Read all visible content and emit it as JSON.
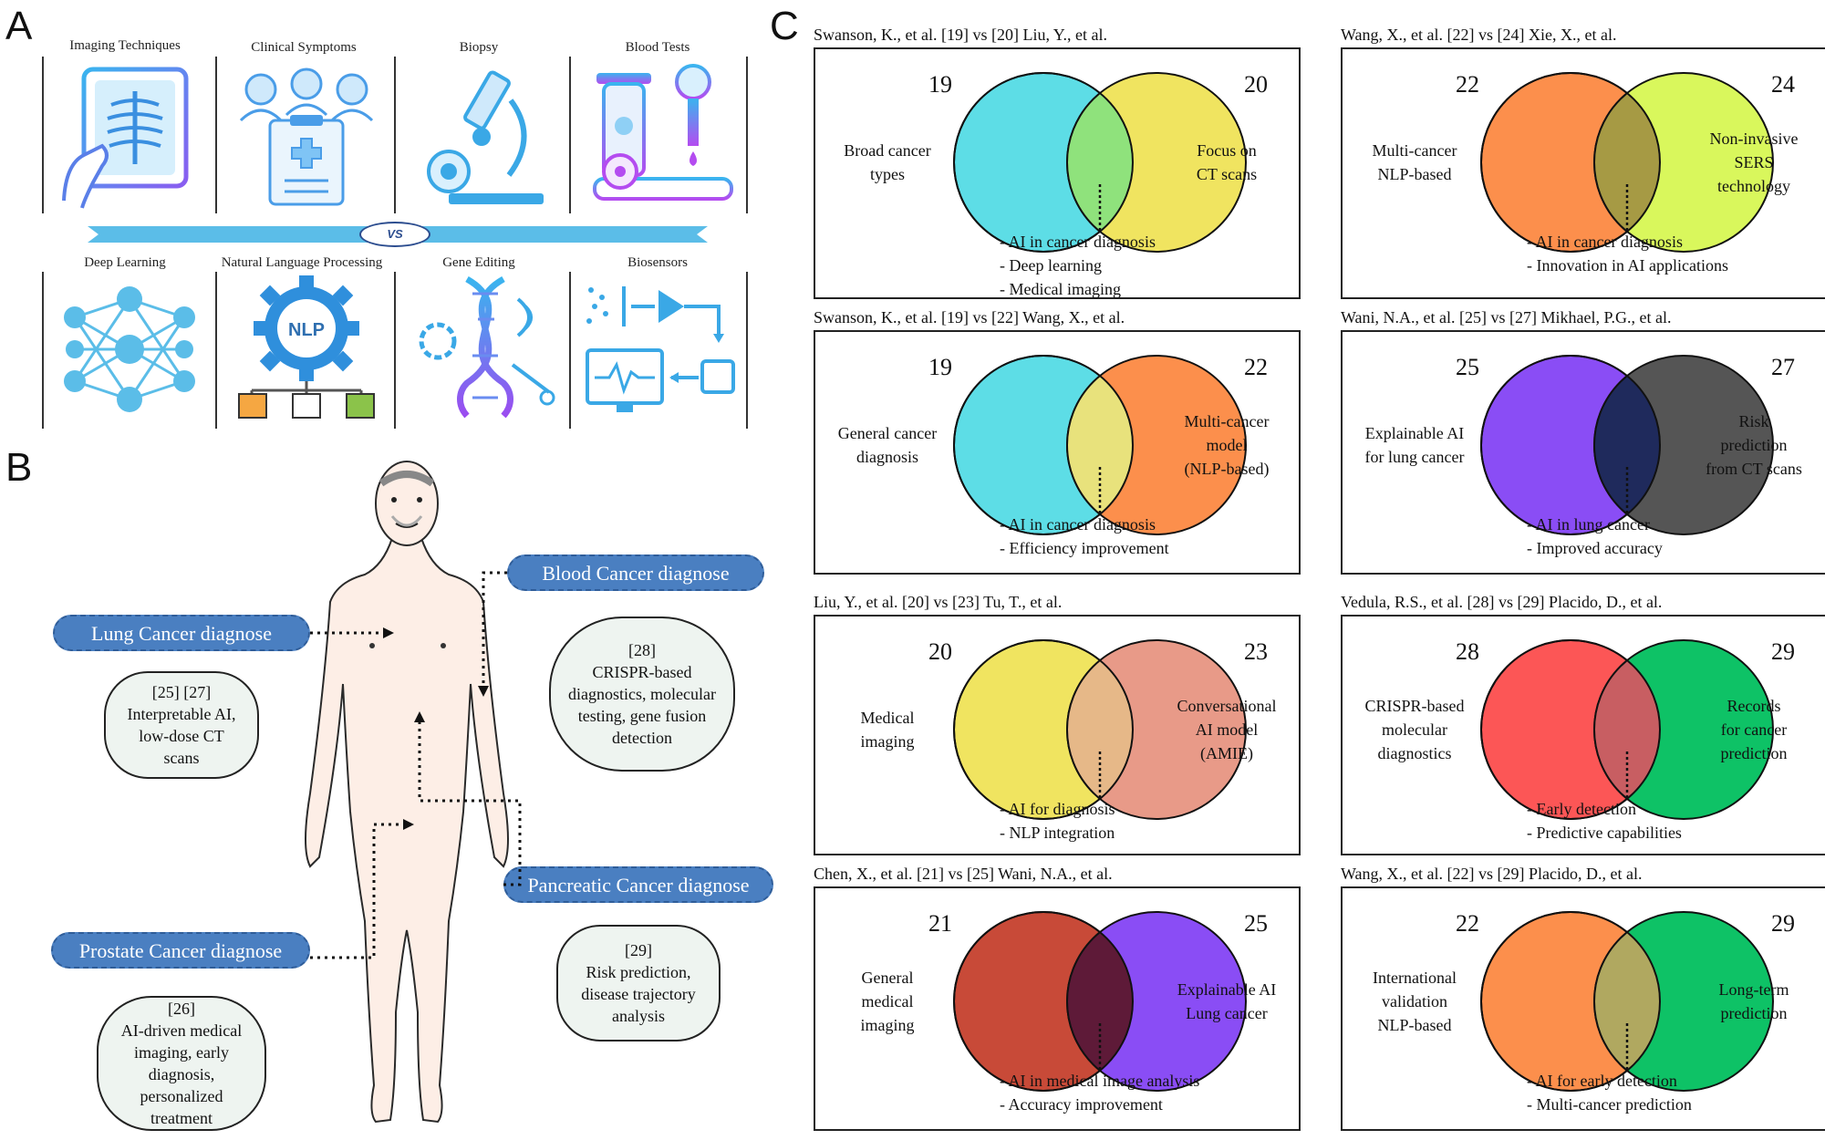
{
  "panels": {
    "a": "A",
    "b": "B",
    "c": "C"
  },
  "panel_a": {
    "top_titles": [
      "Imaging Techniques",
      "Clinical Symptoms",
      "Biopsy",
      "Blood Tests"
    ],
    "bottom_titles": [
      "Deep Learning",
      "Natural Language Processing",
      "Gene Editing",
      "Biosensors"
    ],
    "vs_label": "VS",
    "nlp_text": "NLP",
    "colors": {
      "banner": "#5bbde8",
      "icon_blue": "#3aa8e6",
      "icon_purple": "#8a5cf0"
    }
  },
  "panel_b": {
    "labels": {
      "lung": "Lung Cancer diagnose",
      "blood": "Blood Cancer diagnose",
      "pancreatic": "Pancreatic Cancer diagnose",
      "prostate": "Prostate Cancer diagnose"
    },
    "bubbles": {
      "lung": [
        "[25]  [27]",
        "Interpretable AI,",
        "low-dose CT",
        "scans"
      ],
      "blood": [
        "[28]",
        "CRISPR-based",
        "diagnostics, molecular",
        "testing, gene fusion",
        "detection"
      ],
      "pancreatic": [
        "[29]",
        "Risk prediction,",
        "disease trajectory",
        "analysis"
      ],
      "prostate": [
        "[26]",
        "AI-driven medical",
        "imaging, early",
        "diagnosis,",
        "personalized",
        "treatment"
      ]
    }
  },
  "panel_c": {
    "comparisons": [
      {
        "title": "Swanson, K., et al. [19] vs [20] Liu, Y., et al.",
        "left_num": "19",
        "right_num": "20",
        "left_label": [
          "Broad cancer",
          "types"
        ],
        "right_label": [
          "Focus on",
          "CT scans"
        ],
        "shared": [
          "- AI in cancer diagnosis",
          "- Deep learning",
          "- Medical imaging"
        ],
        "left_color": "#5ddde6",
        "right_color": "#f0e460",
        "overlap_color": "#8fe27c"
      },
      {
        "title": "Wang, X., et al. [22] vs [24] Xie, X., et al.",
        "left_num": "22",
        "right_num": "24",
        "left_label": [
          "Multi-cancer",
          "NLP-based"
        ],
        "right_label": [
          "Non-invasive",
          "SERS",
          "technology"
        ],
        "shared": [
          "- AI in cancer diagnosis",
          "- Innovation in AI applications"
        ],
        "left_color": "#fc8f4c",
        "right_color": "#d9f75c",
        "overlap_color": "#a69a44"
      },
      {
        "title": "Swanson, K., et al. [19] vs [22] Wang, X., et al.",
        "left_num": "19",
        "right_num": "22",
        "left_label": [
          "General cancer",
          "diagnosis"
        ],
        "right_label": [
          "Multi-cancer",
          "model",
          "(NLP-based)"
        ],
        "shared": [
          "- AI in cancer diagnosis",
          "- Efficiency improvement"
        ],
        "left_color": "#5ddde6",
        "right_color": "#fc8f4c",
        "overlap_color": "#e8e27c"
      },
      {
        "title": "Wani, N.A., et al. [25] vs [27] Mikhael, P.G., et al.",
        "left_num": "25",
        "right_num": "27",
        "left_label": [
          "Explainable AI",
          "for lung cancer"
        ],
        "right_label": [
          "Risk",
          "prediction",
          "from CT scans"
        ],
        "shared": [
          "- AI in lung cancer",
          "- Improved accuracy"
        ],
        "left_color": "#8a4df5",
        "right_color": "#555555",
        "overlap_color": "#1f2a5c"
      },
      {
        "title": "Liu, Y., et al. [20] vs [23] Tu, T., et al.",
        "left_num": "20",
        "right_num": "23",
        "left_label": [
          "Medical",
          "imaging"
        ],
        "right_label": [
          "Conversational",
          "AI model",
          "(AMIE)"
        ],
        "shared": [
          "- AI for diagnosis",
          "- NLP integration"
        ],
        "left_color": "#f0e460",
        "right_color": "#e89a88",
        "overlap_color": "#e6b888"
      },
      {
        "title": "Vedula, R.S., et al. [28] vs [29] Placido, D., et al.",
        "left_num": "28",
        "right_num": "29",
        "left_label": [
          "CRISPR-based",
          "molecular",
          "diagnostics"
        ],
        "right_label": [
          "Records",
          "for cancer",
          "prediction"
        ],
        "shared": [
          "- Early detection",
          "- Predictive capabilities"
        ],
        "left_color": "#fc5656",
        "right_color": "#0ec266",
        "overlap_color": "#c85e62"
      },
      {
        "title": "Chen, X., et al. [21] vs [25] Wani, N.A., et al.",
        "left_num": "21",
        "right_num": "25",
        "left_label": [
          "General",
          "medical",
          "imaging"
        ],
        "right_label": [
          "Explainable AI",
          "Lung cancer"
        ],
        "shared": [
          "- AI in medical image analysis",
          "- Accuracy improvement"
        ],
        "left_color": "#c84a38",
        "right_color": "#8a4df5",
        "overlap_color": "#5e1a38"
      },
      {
        "title": "Wang, X., et al. [22] vs [29] Placido, D., et al.",
        "left_num": "22",
        "right_num": "29",
        "left_label": [
          "International",
          "validation",
          "NLP-based"
        ],
        "right_label": [
          "Long-term",
          "prediction"
        ],
        "shared": [
          "- AI for early detection",
          "- Multi-cancer prediction"
        ],
        "left_color": "#fc8f4c",
        "right_color": "#0ec266",
        "overlap_color": "#b0a860"
      }
    ]
  }
}
